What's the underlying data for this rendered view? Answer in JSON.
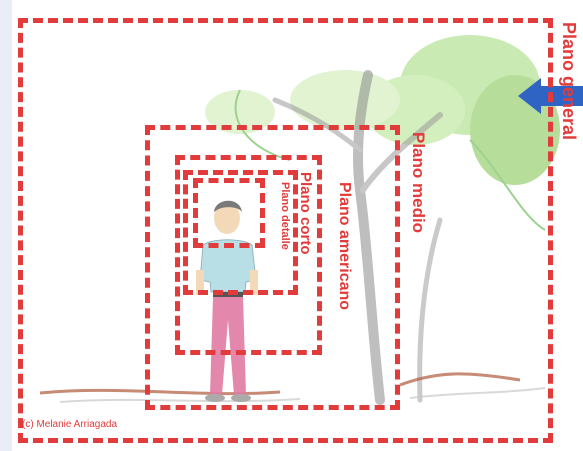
{
  "frames": [
    {
      "id": "general",
      "label": "Plano general"
    },
    {
      "id": "medio",
      "label": "Plano medio"
    },
    {
      "id": "americano",
      "label": "Plano americano"
    },
    {
      "id": "corto",
      "label": "Plano corto"
    },
    {
      "id": "detalle",
      "label": "Plano detalle"
    }
  ],
  "credit": "(c) Melanie Arriagada",
  "colors": {
    "frame": "#e23b3b",
    "arrow": "#2f64c4",
    "tree_foliage": "#9fd27a",
    "tree_trunk": "#8a8a8a",
    "shirt": "#b9dfe6",
    "pants": "#e07aa3",
    "hair": "#7a7a7a",
    "ground": "#b05a3c"
  },
  "icons": {
    "pointer": "arrow-left-icon"
  }
}
